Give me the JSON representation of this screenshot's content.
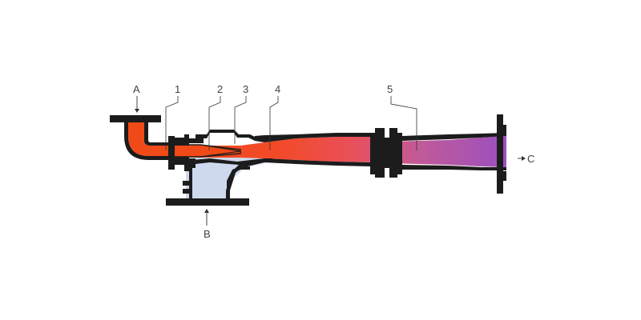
{
  "diagram": {
    "labels": {
      "inlet_a": "A",
      "inlet_b": "B",
      "outlet_c": "C",
      "part_1": "1",
      "part_2": "2",
      "part_3": "3",
      "part_4": "4",
      "part_5": "5"
    },
    "colors": {
      "motive_fluid": "#f04a18",
      "mixing_fluid": "#e8505a",
      "discharge_fluid": "#9a4fc0",
      "suction_fluid": "#cfd9ee",
      "metal": "#1c1c1c",
      "leader_line": "#333333",
      "label_text": "#444444"
    }
  }
}
